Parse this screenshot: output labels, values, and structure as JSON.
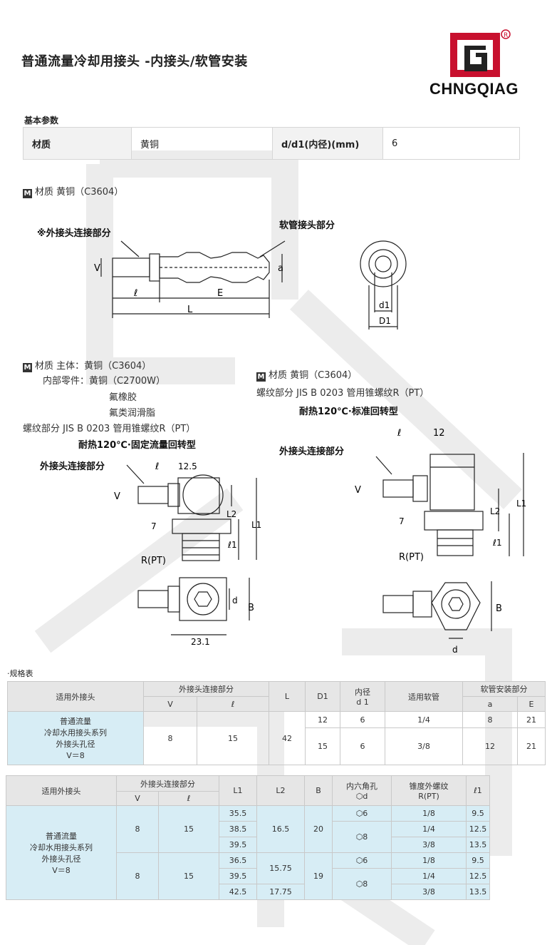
{
  "header": {
    "title": "普通流量冷却用接头 -内接头/软管安装",
    "brand": "CHNGQIAG"
  },
  "basic": {
    "section_label": "基本参数",
    "material_label": "材质",
    "material_value": "黄铜",
    "diam_label": "d/d1(内径)(mm)",
    "diam_value": "6"
  },
  "diagram1": {
    "material": "材质 黄铜（C3604）",
    "male_label": "※外接头连接部分",
    "hose_label": "软管接头部分",
    "dims": {
      "v": "V",
      "a": "a",
      "l": "ℓ",
      "e": "E",
      "L": "L",
      "d1": "d1",
      "D1": "D1"
    }
  },
  "diagram2": {
    "line1": "材质 主体：黄铜（C3604）",
    "line2": "内部零件：黄铜（C2700W）",
    "line3": "氟橡胶",
    "line4": "氟类润滑脂",
    "line5": "螺纹部分 JIS B 0203 管用锥螺纹R（PT）",
    "caption": "耐热120℃·固定流量回转型",
    "male_label": "外接头连接部分",
    "dims": {
      "l": "ℓ",
      "w": "12.5",
      "v": "V",
      "l2": "L2",
      "l1": "L1",
      "seven": "7",
      "el1": "ℓ1",
      "rpt": "R(PT)",
      "d": "d",
      "b": "B",
      "w2": "23.1"
    }
  },
  "diagram3": {
    "line1": "材质 黄铜（C3604）",
    "line2": "螺纹部分 JIS B 0203 管用锥螺纹R（PT）",
    "caption": "耐热120℃·标准回转型",
    "male_label": "外接头连接部分",
    "dims": {
      "l": "ℓ",
      "w": "12",
      "v": "V",
      "l2": "L2",
      "l1": "L1",
      "seven": "7",
      "el1": "ℓ1",
      "rpt": "R(PT)",
      "b": "B",
      "d": "d"
    }
  },
  "spec_label": "·规格表",
  "table1": {
    "h_applicable": "适用外接头",
    "h_male_conn": "外接头连接部分",
    "h_v": "V",
    "h_l": "ℓ",
    "h_L": "L",
    "h_D1": "D1",
    "h_inner": "内径",
    "h_inner_sub": "d 1",
    "h_hose": "适用软管",
    "h_hose_install": "软管安装部分",
    "h_a": "a",
    "h_E": "E",
    "applicable": [
      "普通流量",
      "冷却水用接头系列",
      "外接头孔径",
      "V＝8"
    ],
    "v": "8",
    "l": "15",
    "L": "42",
    "rows": [
      {
        "D1": "12",
        "d1": "6",
        "hose": "1/4",
        "a": "8",
        "E": "21"
      },
      {
        "D1": "15",
        "d1": "6",
        "hose": "3/8",
        "a": "12",
        "E": "21"
      }
    ]
  },
  "table2": {
    "h_applicable": "适用外接头",
    "h_male_conn": "外接头连接部分",
    "h_v": "V",
    "h_l": "ℓ",
    "h_L1": "L1",
    "h_L2": "L2",
    "h_B": "B",
    "h_hex": "内六角孔",
    "h_hex_sub": "d",
    "h_thread": "锥度外螺纹",
    "h_thread_sub": "R(PT)",
    "h_l1": "ℓ1",
    "applicable": [
      "普通流量",
      "冷却水用接头系列",
      "外接头孔径",
      "V＝8"
    ],
    "groups": [
      {
        "v": "8",
        "l": "15",
        "B": "20",
        "L1": [
          "35.5",
          "38.5",
          "39.5"
        ],
        "L2": [
          "16.5"
        ],
        "hex": [
          "6",
          "8"
        ],
        "thread": [
          "1/8",
          "1/4",
          "3/8"
        ],
        "l1": [
          "9.5",
          "12.5",
          "13.5"
        ]
      },
      {
        "v": "8",
        "l": "15",
        "B": "19",
        "L1": [
          "36.5",
          "39.5",
          "42.5"
        ],
        "L2": [
          "15.75",
          "17.75"
        ],
        "hex": [
          "6",
          "8"
        ],
        "thread": [
          "1/8",
          "1/4",
          "3/8"
        ],
        "l1": [
          "9.5",
          "12.5",
          "13.5"
        ]
      }
    ]
  },
  "colors": {
    "header_bg": "#e6e6e6",
    "body_bg": "#d7edf5",
    "logo_red": "#c8102e",
    "logo_dark": "#222222"
  }
}
